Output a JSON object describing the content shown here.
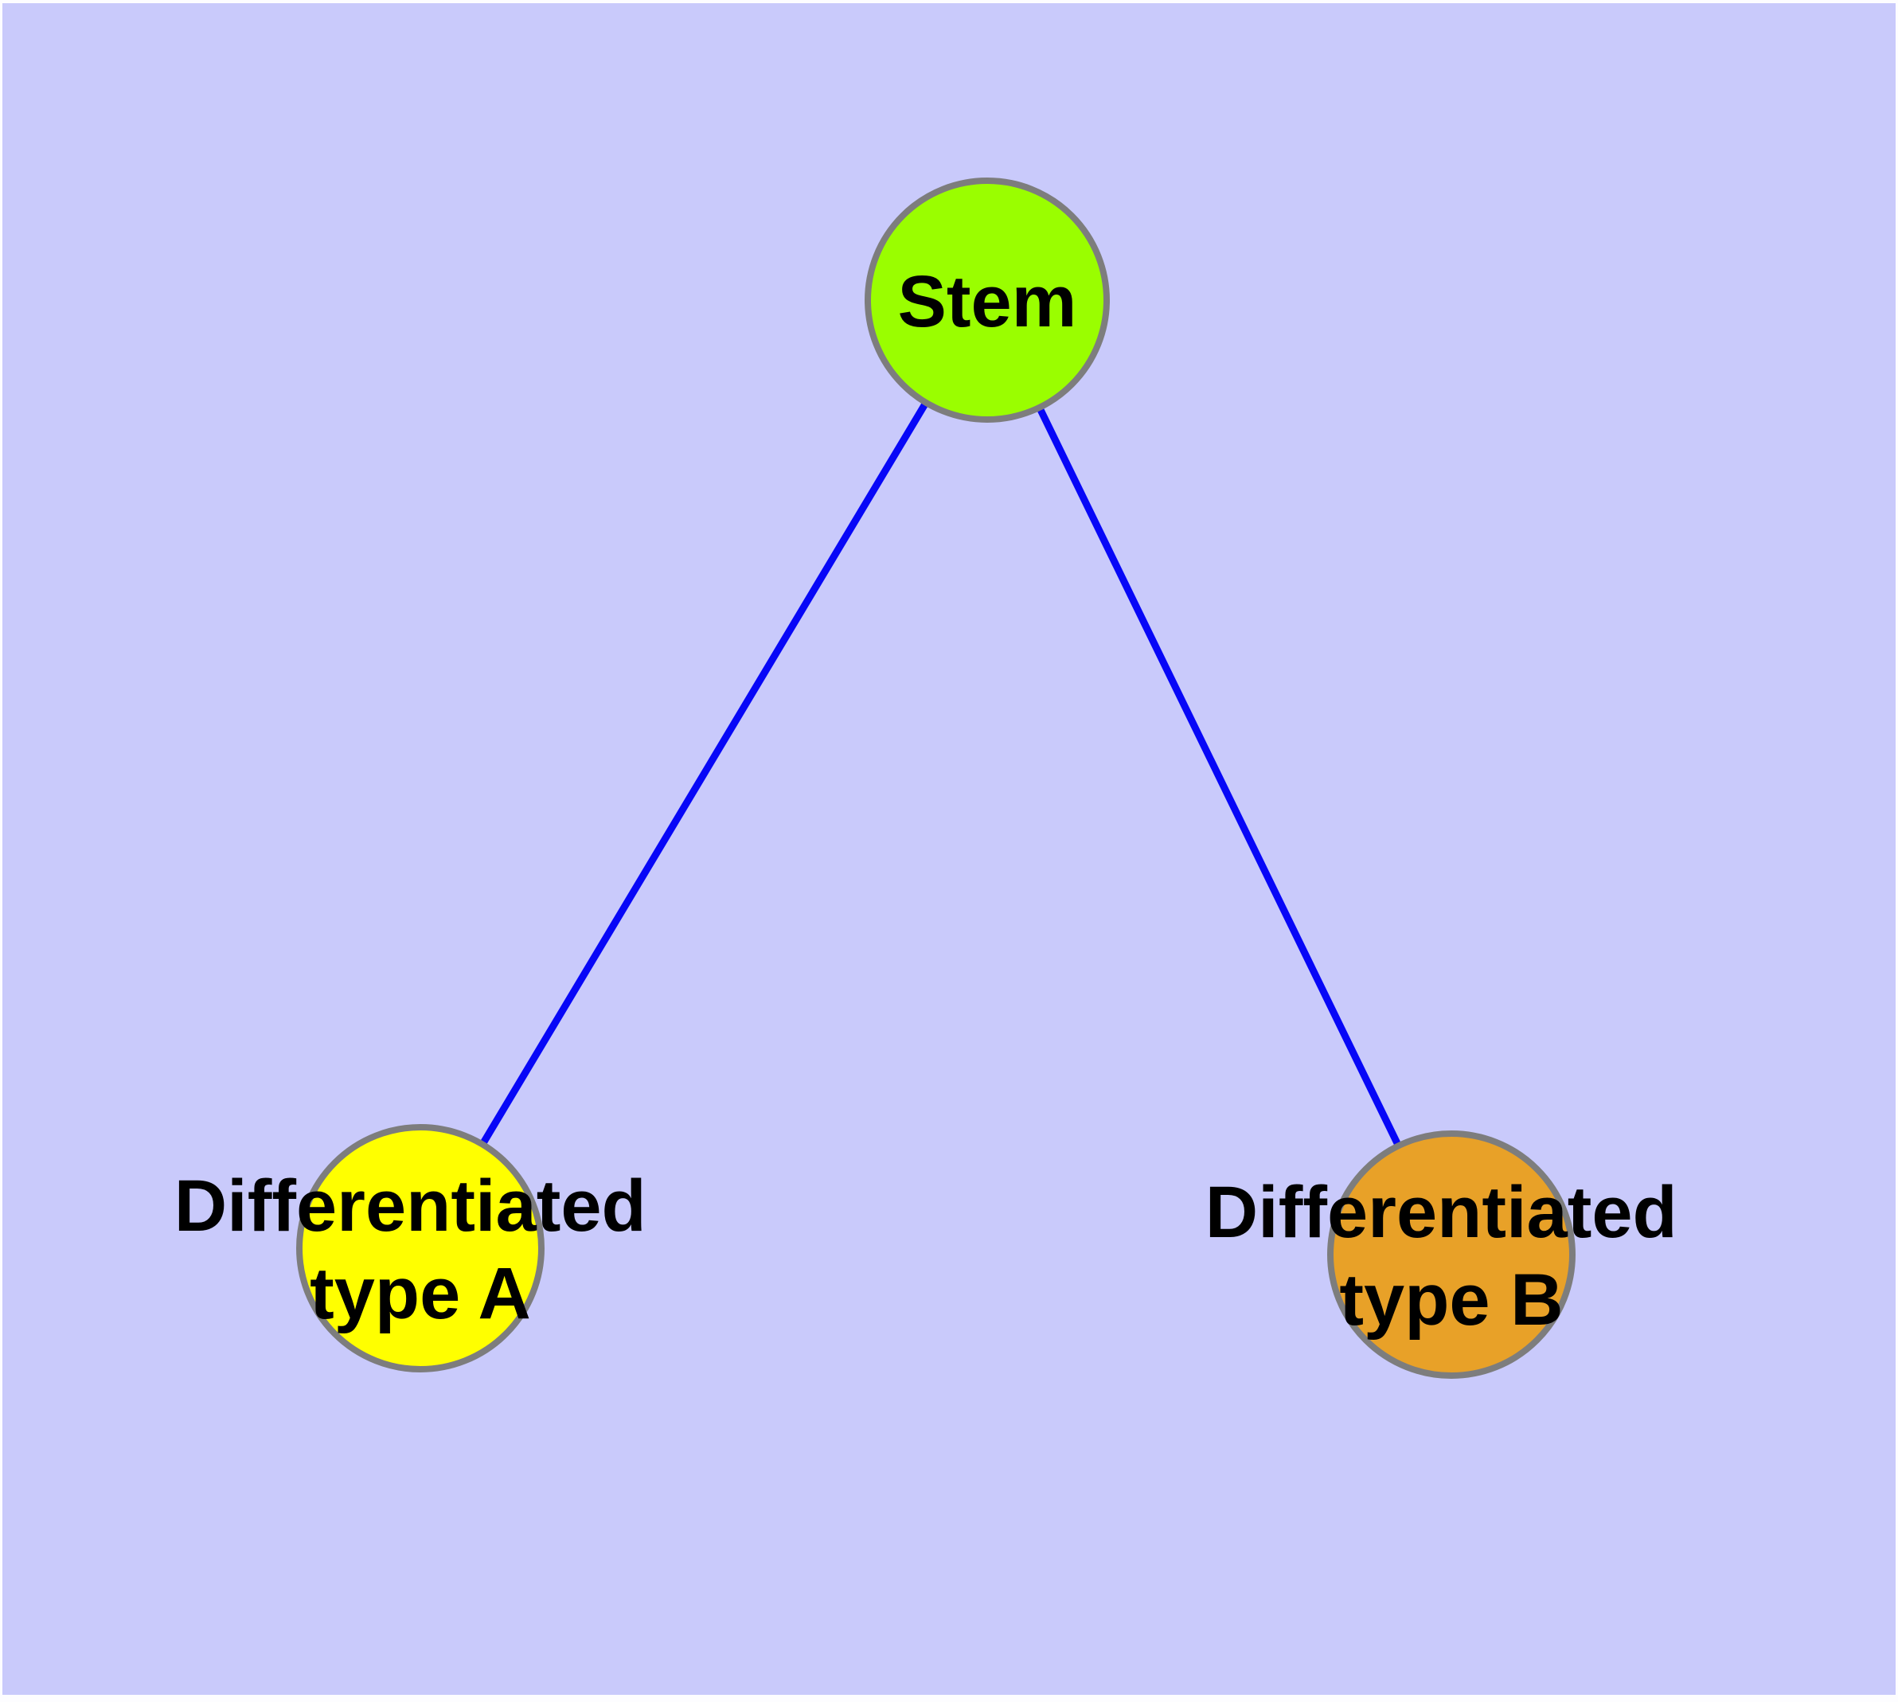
{
  "canvas": {
    "background": "#c9cafb",
    "border_color": "#fdfdff",
    "node_outline_color": "#7d7d7d",
    "label_color": "#000000"
  },
  "edges": {
    "color": "#0707f7",
    "items": [
      {
        "from": "Stem",
        "to": "Differentiated type A"
      },
      {
        "from": "Stem",
        "to": "Differentiated type B"
      }
    ]
  },
  "nodes": [
    {
      "id": "stem",
      "label": "Stem",
      "lines": [
        "Stem"
      ],
      "fill": "#9afe00"
    },
    {
      "id": "differentiated-type-a",
      "label": "Differentiated type A",
      "lines": [
        "Differentiated",
        "type A"
      ],
      "fill": "#ffff00"
    },
    {
      "id": "differentiated-type-b",
      "label": "Differentiated type B",
      "lines": [
        "Differentiated",
        "type B"
      ],
      "fill": "#e8a128"
    }
  ]
}
